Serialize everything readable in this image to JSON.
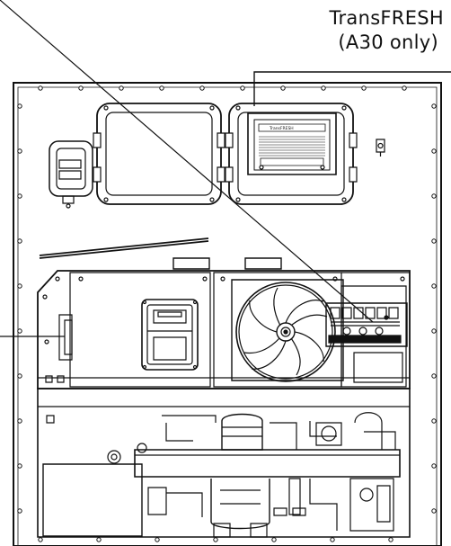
{
  "callout": {
    "line1": "TransFRESH",
    "line2": "(A30 only)"
  },
  "unit_panel": {
    "label": "TransFRESH"
  }
}
